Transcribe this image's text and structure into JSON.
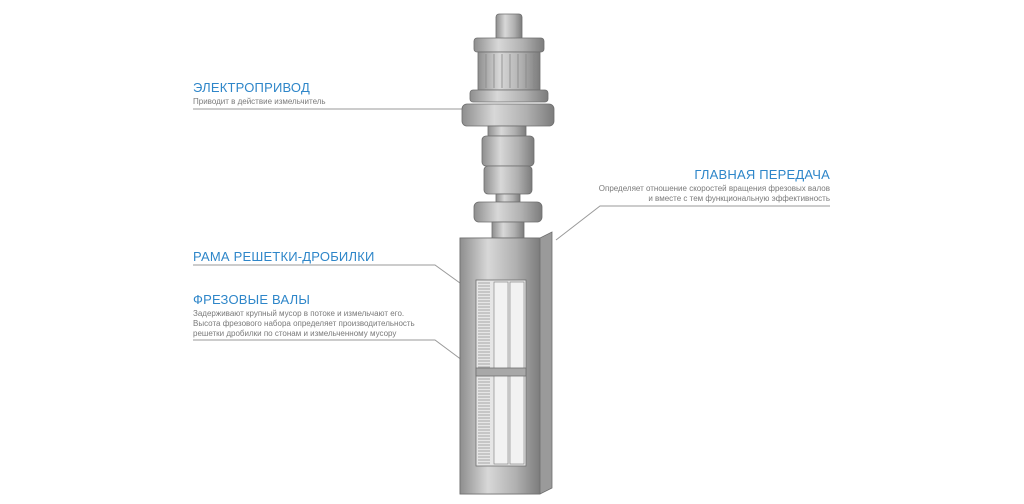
{
  "callouts": {
    "drive": {
      "title": "ЭЛЕКТРОПРИВОД",
      "lines": [
        "Приводит в действие измельчитель"
      ]
    },
    "gear": {
      "title": "ГЛАВНАЯ ПЕРЕДАЧА",
      "lines": [
        "Определяет отношение скоростей вращения фрезовых валов",
        "и вместе  с тем функциональную эффективность"
      ]
    },
    "frame": {
      "title": "РАМА РЕШЕТКИ-ДРОБИЛКИ"
    },
    "shafts": {
      "title": "ФРЕЗОВЫЕ ВАЛЫ",
      "lines": [
        "Задерживают крупный мусор в потоке и измельчают его.",
        "Высота фрезового набора определяет производительность",
        "решетки дробилки по стонам и измельченному мусору"
      ]
    }
  },
  "colors": {
    "accent": "#2e86c9",
    "text": "#7a7a7a",
    "line": "#9a9a9a",
    "metal": "#b4b4b4"
  }
}
